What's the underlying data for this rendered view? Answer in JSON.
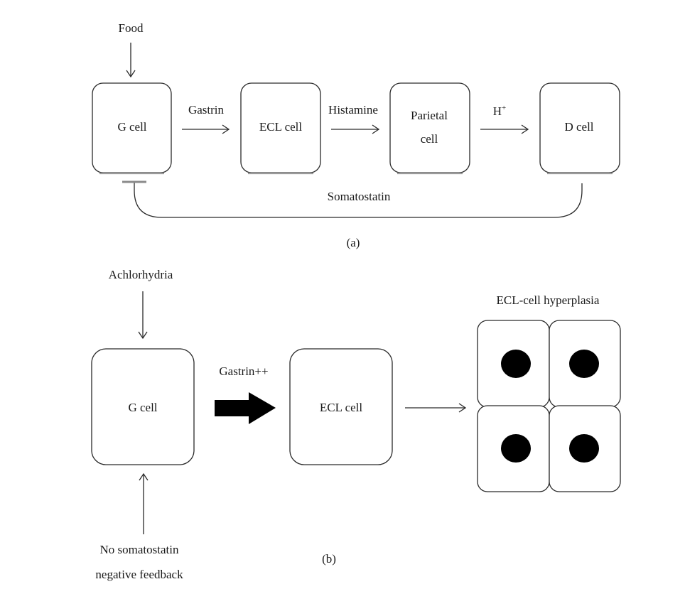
{
  "panel_a": {
    "food": "Food",
    "g_cell": "G cell",
    "gastrin": "Gastrin",
    "ecl_cell": "ECL cell",
    "histamine": "Histamine",
    "parietal_line1": "Parietal",
    "parietal_line2": "cell",
    "h_plus_base": "H",
    "h_plus_sup": "+",
    "d_cell": "D cell",
    "somatostatin": "Somatostatin",
    "caption": "(a)"
  },
  "panel_b": {
    "achlorhydria": "Achlorhydria",
    "g_cell": "G cell",
    "gastrin_pp": "Gastrin++",
    "ecl_cell": "ECL cell",
    "hyperplasia": "ECL-cell hyperplasia",
    "no_feedback_line1": "No somatostatin",
    "no_feedback_line2": "negative feedback",
    "caption": "(b)"
  }
}
